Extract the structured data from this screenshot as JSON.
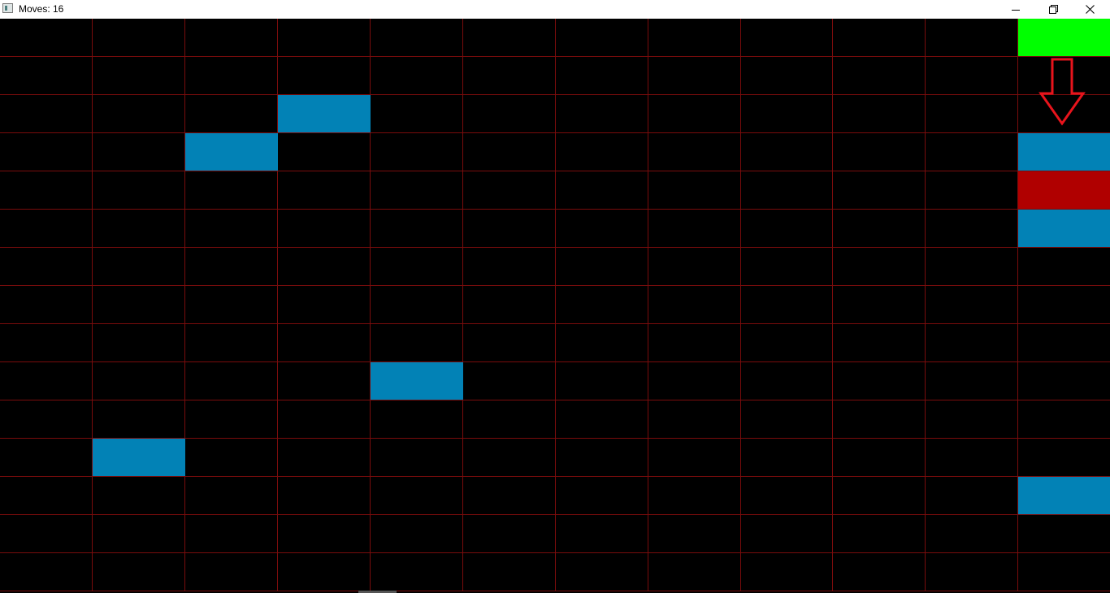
{
  "window": {
    "title": "Moves: 16",
    "minimize_icon": "minimize-icon",
    "restore_icon": "restore-icon",
    "close_icon": "close-icon"
  },
  "board": {
    "columns": 12,
    "rows": 15,
    "colors": {
      "background": "#000000",
      "grid": "#7a0c0c",
      "blue": "#0282b6",
      "red": "#b00000",
      "green": "#00ff00",
      "arrow": "#e8141c"
    },
    "cells": [
      {
        "name": "goal-cell",
        "col": 11,
        "row": 0,
        "color": "green"
      },
      {
        "name": "blue-block",
        "col": 3,
        "row": 2,
        "color": "blue"
      },
      {
        "name": "blue-block",
        "col": 2,
        "row": 3,
        "color": "blue"
      },
      {
        "name": "blue-block",
        "col": 11,
        "row": 3,
        "color": "blue"
      },
      {
        "name": "player-block",
        "col": 11,
        "row": 4,
        "color": "red"
      },
      {
        "name": "blue-block",
        "col": 11,
        "row": 5,
        "color": "blue"
      },
      {
        "name": "blue-block",
        "col": 4,
        "row": 9,
        "color": "blue"
      },
      {
        "name": "blue-block",
        "col": 1,
        "row": 11,
        "color": "blue"
      },
      {
        "name": "blue-block",
        "col": 11,
        "row": 12,
        "color": "blue"
      }
    ],
    "arrow": {
      "icon": "down-arrow-icon",
      "col": 11,
      "direction": "down"
    }
  }
}
